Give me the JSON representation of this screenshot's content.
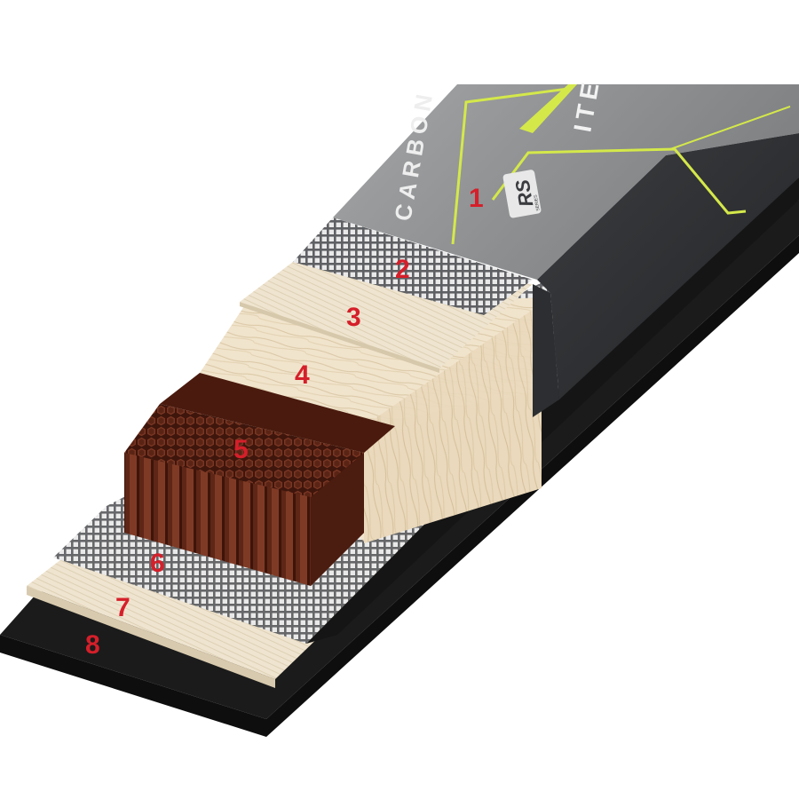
{
  "colors": {
    "background": "#ffffff",
    "label": "#d51f2a",
    "base": "#1b1b1b",
    "topsheet_dark": "#343638",
    "topsheet_light": "#8f9193",
    "accent": "#d4e84a",
    "wood": "#efe1c8",
    "honeycomb": "#6e2e1c"
  },
  "topsheet_print": {
    "logo_text": "RS",
    "logo_small": "SERIES",
    "word_carbon": "CARBON",
    "word_ite": "ITE"
  },
  "layers": [
    {
      "number": "1",
      "icon": "topsheet-layer"
    },
    {
      "number": "2",
      "icon": "fiberglass-mesh-layer"
    },
    {
      "number": "3",
      "icon": "laminate-layer"
    },
    {
      "number": "4",
      "icon": "wood-core-layer"
    },
    {
      "number": "5",
      "icon": "honeycomb-core-layer"
    },
    {
      "number": "6",
      "icon": "fiberglass-mesh-layer"
    },
    {
      "number": "7",
      "icon": "laminate-layer"
    },
    {
      "number": "8",
      "icon": "base-layer"
    }
  ]
}
